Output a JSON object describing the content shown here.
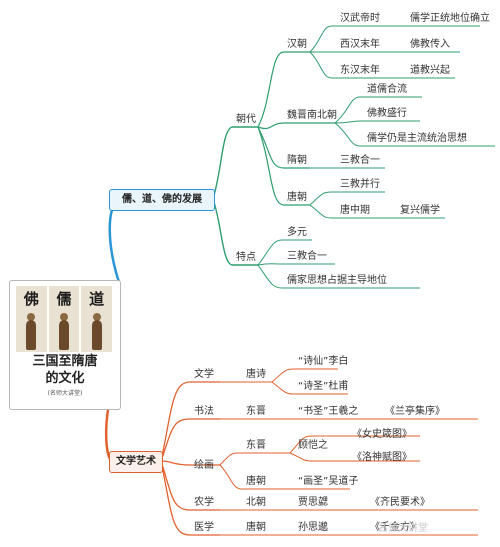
{
  "root": {
    "title_line1": "三国至隋唐",
    "title_line2": "的文化",
    "subtitle": "(名师大讲堂)",
    "image_glyphs": [
      "佛",
      "儒",
      "道"
    ]
  },
  "branch1": {
    "label": "儒、道、佛的发展",
    "chaodai": {
      "label": "朝代",
      "han": {
        "label": "汉朝",
        "items": [
          {
            "period": "汉武帝时",
            "event": "儒学正统地位确立"
          },
          {
            "period": "西汉末年",
            "event": "佛教传入"
          },
          {
            "period": "东汉末年",
            "event": "道教兴起"
          }
        ]
      },
      "weijin": {
        "label": "魏晋南北朝",
        "items": [
          "道儒合流",
          "佛教盛行",
          "儒学仍是主流统治思想"
        ]
      },
      "sui": {
        "label": "隋朝",
        "item": "三教合一"
      },
      "tang": {
        "label": "唐朝",
        "item1": "三教并行",
        "mid": "唐中期",
        "mid_item": "复兴儒学"
      }
    },
    "tedian": {
      "label": "特点",
      "items": [
        "多元",
        "三教合一",
        "儒家思想占据主导地位"
      ]
    }
  },
  "branch2": {
    "label": "文学艺术",
    "wenxue": {
      "label": "文学",
      "dynasty": "唐诗",
      "items": [
        "“诗仙”李白",
        "“诗圣”杜甫"
      ]
    },
    "shufa": {
      "label": "书法",
      "dynasty": "东晋",
      "person": "“书圣”王羲之",
      "work": "《兰亭集序》"
    },
    "huihua": {
      "label": "绘画",
      "dongjin": "东晋",
      "gu": "顾恺之",
      "gu_works": [
        "《女史箴图》",
        "《洛神赋图》"
      ],
      "tang": "唐朝",
      "wu": "“画圣”吴道子"
    },
    "nongxue": {
      "label": "农学",
      "dynasty": "北朝",
      "person": "贾思勰",
      "work": "《齐民要术》"
    },
    "yixue": {
      "label": "医学",
      "dynasty": "唐朝",
      "person": "孙思邈",
      "work": "《千金方》"
    }
  },
  "watermark": "名师大讲堂",
  "colors": {
    "blue": "#2a96d6",
    "orange": "#e1622f",
    "green": "#2f9e6e"
  }
}
